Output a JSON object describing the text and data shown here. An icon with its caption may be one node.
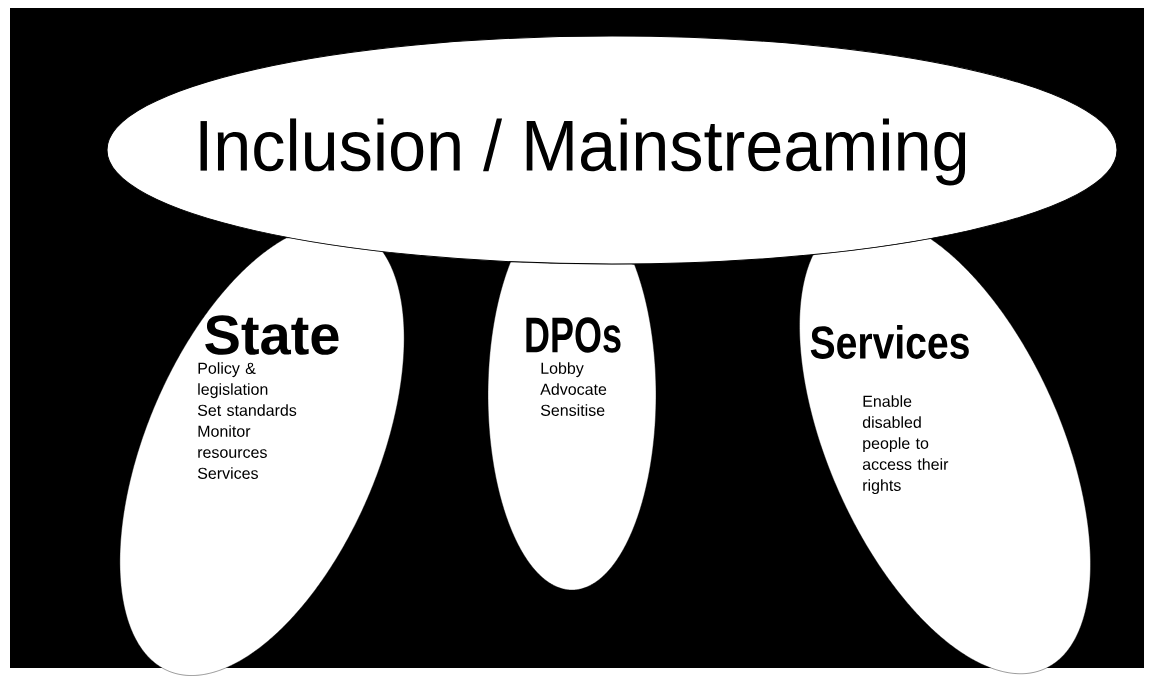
{
  "diagram": {
    "nodes": [
      {
        "text": [
          "Inclusion / Mainstreaming"
        ]
      },
      {
        "text": [
          "State",
          "Policy & legislation Set standards Monitor resources Services"
        ]
      },
      {
        "text": [
          "DPOs",
          "Lobby Advocate Sensitise"
        ]
      },
      {
        "text": [
          "Services",
          "Enable disabled people to access their rights"
        ]
      }
    ]
  }
}
